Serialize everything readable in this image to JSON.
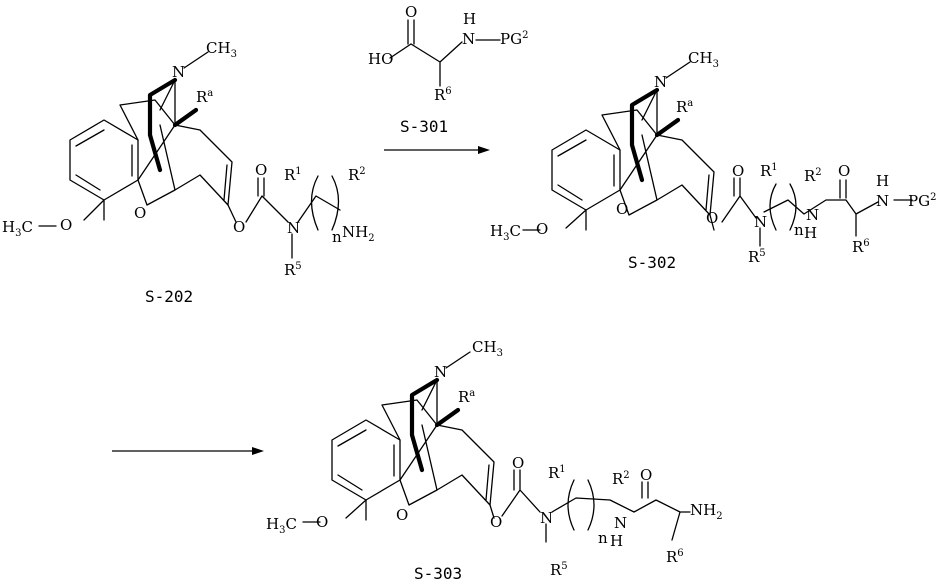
{
  "compounds": [
    {
      "id": "S-202",
      "atoms": {
        "n_methyl": "N",
        "methyl": "CH",
        "methyl_sub": "3",
        "ra": "R",
        "ra_sup": "a",
        "ring_o": "O",
        "ome_o": "O",
        "h3c": "H",
        "h3c_sub": "3",
        "h3c_c": "C",
        "carbamate_o1": "O",
        "carbamate_o2": "O",
        "carbamate_n": "N",
        "r1": "R",
        "r1_sup": "1",
        "r2": "R",
        "r2_sup": "2",
        "r5": "R",
        "r5_sup": "5",
        "n_sub": "n",
        "amine": "NH",
        "amine_sub": "2"
      }
    },
    {
      "id": "S-302",
      "atoms": {
        "n_methyl": "N",
        "methyl": "CH",
        "methyl_sub": "3",
        "ra": "R",
        "ra_sup": "a",
        "ring_o": "O",
        "ome_o": "O",
        "h3c": "H",
        "h3c_sub": "3",
        "h3c_c": "C",
        "carbamate_o1": "O",
        "carbamate_o2": "O",
        "carbamate_n": "N",
        "r1": "R",
        "r1_sup": "1",
        "r2": "R",
        "r2_sup": "2",
        "r5": "R",
        "r5_sup": "5",
        "n_sub": "n",
        "amide_n": "N",
        "amide_h": "H",
        "amide_o": "O",
        "pg_n": "N",
        "pg_h": "H",
        "pg": "PG",
        "pg_sup": "2",
        "r6": "R",
        "r6_sup": "6"
      }
    },
    {
      "id": "S-303",
      "atoms": {
        "n_methyl": "N",
        "methyl": "CH",
        "methyl_sub": "3",
        "ra": "R",
        "ra_sup": "a",
        "ring_o": "O",
        "ome_o": "O",
        "h3c": "H",
        "h3c_sub": "3",
        "h3c_c": "C",
        "carbamate_o1": "O",
        "carbamate_o2": "O",
        "carbamate_n": "N",
        "r1": "R",
        "r1_sup": "1",
        "r2": "R",
        "r2_sup": "2",
        "r5": "R",
        "r5_sup": "5",
        "n_sub": "n",
        "amide_n": "N",
        "amide_h": "H",
        "amide_o": "O",
        "amine": "NH",
        "amine_sub": "2",
        "r6": "R",
        "r6_sup": "6"
      }
    }
  ],
  "reagent": {
    "id": "S-301",
    "atoms": {
      "o_carbonyl": "O",
      "ho": "HO",
      "nh_h": "H",
      "nh_n": "N",
      "pg": "PG",
      "pg_sup": "2",
      "r6": "R",
      "r6_sup": "6"
    }
  },
  "arrows": [
    "step-1",
    "step-2"
  ]
}
